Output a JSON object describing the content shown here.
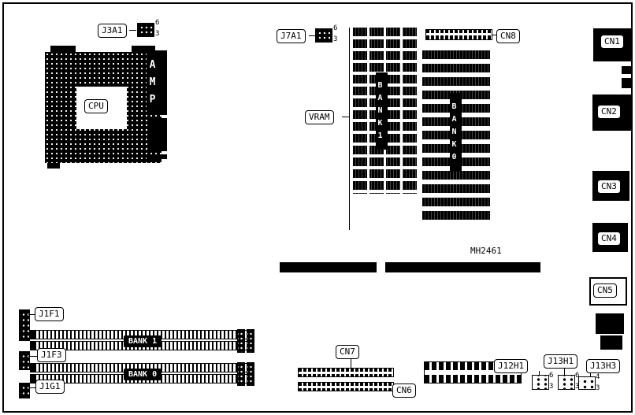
{
  "colors": {
    "ink": "#000000",
    "paper": "#ffffff"
  },
  "cpu": {
    "label": "CPU",
    "amp": "AMP"
  },
  "jumpers": {
    "j3a1": {
      "label": "J3A1",
      "pin_top": "6",
      "pin_bottom": "3"
    },
    "j7a1": {
      "label": "J7A1",
      "pin_top": "6",
      "pin_bottom": "3"
    },
    "j12h1": {
      "label": "J12H1",
      "pin_top": "6",
      "pin_bottom": "3"
    },
    "j13h1": {
      "label": "J13H1",
      "pin_top": "6",
      "pin_bottom": "3"
    },
    "j13h3": {
      "label": "J13H3",
      "pin_top": "4",
      "pin_bottom": "3"
    },
    "j1f1": {
      "label": "J1F1"
    },
    "j1f3": {
      "label": "J1F3"
    },
    "j1g1": {
      "label": "J1G1"
    }
  },
  "memory": {
    "vram_label": "VRAM",
    "bank1_vertical": "BANK1",
    "bank0_vertical": "BANK0",
    "simm_bank1": "BANK 1",
    "simm_bank0": "BANK 0"
  },
  "connectors": {
    "cn1": "CN1",
    "cn2": "CN2",
    "cn3": "CN3",
    "cn4": "CN4",
    "cn5": "CN5",
    "cn6": "CN6",
    "cn7": "CN7",
    "cn8": "CN8"
  },
  "chip": {
    "label": "MH2461"
  }
}
